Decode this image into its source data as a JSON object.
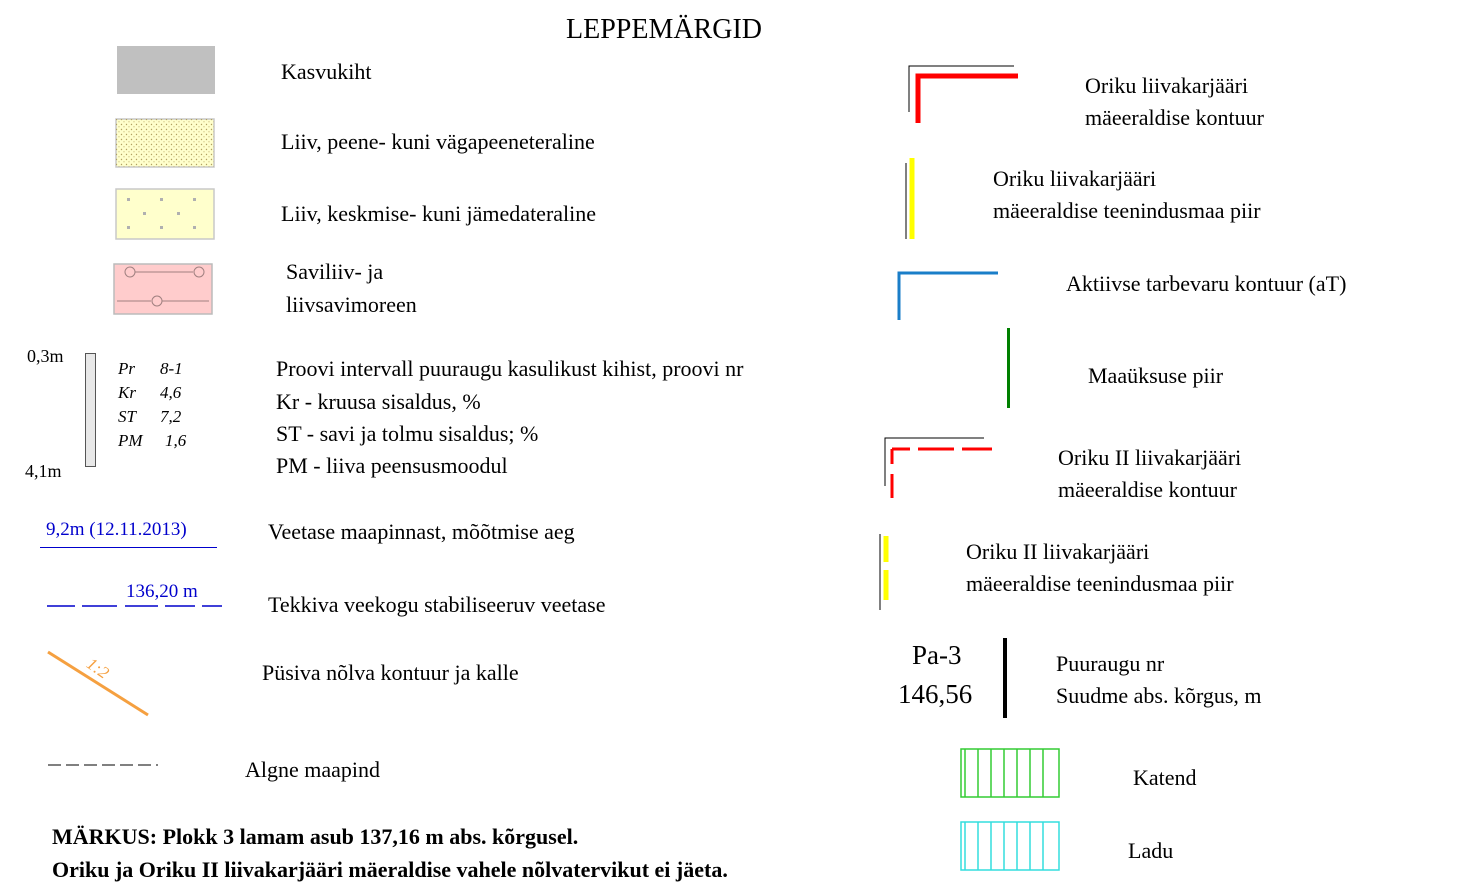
{
  "title": "LEPPEMÄRGID",
  "left": {
    "kasvukiht": "Kasvukiht",
    "liiv_peene": "Liiv, peene- kuni vägapeeneteraline",
    "liiv_keskmise": "Liiv, keskmise- kuni jämedateraline",
    "moreen_1": "Saviliiv- ja",
    "moreen_2": "liivsavimoreen",
    "sample": {
      "top_depth": "0,3m",
      "bottom_depth": "4,1m",
      "rows": [
        {
          "k": "Pr",
          "v": "8-1"
        },
        {
          "k": "Kr",
          "v": "4,6"
        },
        {
          "k": "ST",
          "v": "7,2"
        },
        {
          "k": "PM",
          "v": "1,6"
        }
      ],
      "desc": [
        "Proovi intervall puuraugu kasulikust kihist, proovi nr",
        "Kr - kruusa sisaldus, %",
        "ST - savi ja tolmu sisaldus; %",
        "PM - liiva peensusmoodul"
      ]
    },
    "water_level_value": "9,2m (12.11.2013)",
    "water_level_label": "Veetase maapinnast, mõõtmise aeg",
    "stable_level_value": "136,20 m",
    "stable_level_label": "Tekkiva veekogu stabiliseeruv veetase",
    "slope_ratio": "1:2",
    "slope_label": "Püsiva nõlva kontuur ja kalle",
    "ground_label": "Algne maapind",
    "note_1": "MÄRKUS: Plokk 3 lamam asub 137,16 m abs. kõrgusel.",
    "note_2": "Oriku ja Oriku II liivakarjääri mäeraldise vahele nõlvatervikut ei jäeta."
  },
  "right": {
    "oriku_kontuur_1": "Oriku liivakarjääri",
    "oriku_kontuur_2": "mäeeraldise kontuur",
    "oriku_teenindus_1": "Oriku liivakarjääri",
    "oriku_teenindus_2": "mäeeraldise teenindusmaa piir",
    "aktiivne": "Aktiivse tarbevaru kontuur (aT)",
    "maauksus": "Maaüksuse piir",
    "oriku2_kontuur_1": "Oriku II liivakarjääri",
    "oriku2_kontuur_2": "mäeeraldise kontuur",
    "oriku2_teenindus_1": "Oriku II liivakarjääri",
    "oriku2_teenindus_2": "mäeeraldise teenindusmaa piir",
    "borehole_id": "Pa-3",
    "borehole_elev": "146,56",
    "borehole_label_1": "Puuraugu nr",
    "borehole_label_2": "Suudme abs. kõrgus, m",
    "katend": "Katend",
    "ladu": "Ladu"
  },
  "colors": {
    "kasvukiht": "#c0c0c0",
    "sand": "#ffffcc",
    "moraine": "#ffcccc",
    "red": "#ff0000",
    "yellow": "#ffff00",
    "blue": "#1a7ec8",
    "green": "#008000",
    "water": "#0000cc",
    "slope": "#f5a040",
    "katend": "#33cc33",
    "ladu": "#33dddd"
  }
}
